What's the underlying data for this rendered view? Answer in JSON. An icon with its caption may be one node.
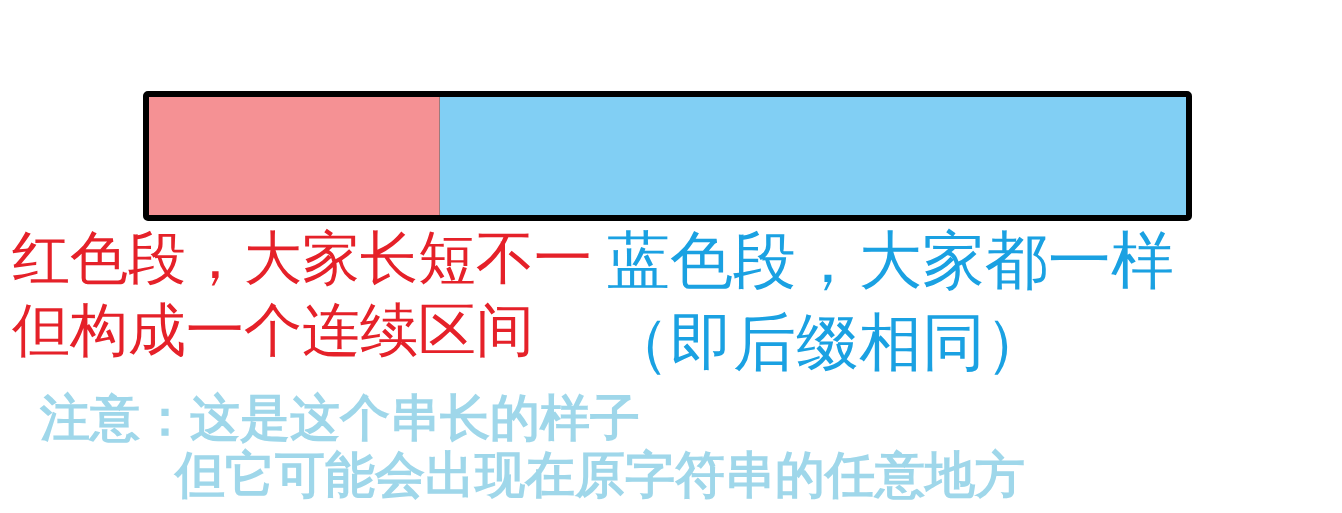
{
  "diagram": {
    "nodes": [
      {
        "text": [],
        "shape": "bar"
      },
      {
        "text": [],
        "shape": "box",
        "in": 0,
        "beside": [
          "红色段，大家长短不一但构成一个连续区间"
        ]
      },
      {
        "text": [],
        "shape": "box",
        "in": 0,
        "beside": [
          "蓝色段，大家都一样（即后缀相同）"
        ]
      }
    ],
    "labels": [
      "注意：这是这个串长的样子但它可能会出现在原字符串的任意地方"
    ]
  }
}
